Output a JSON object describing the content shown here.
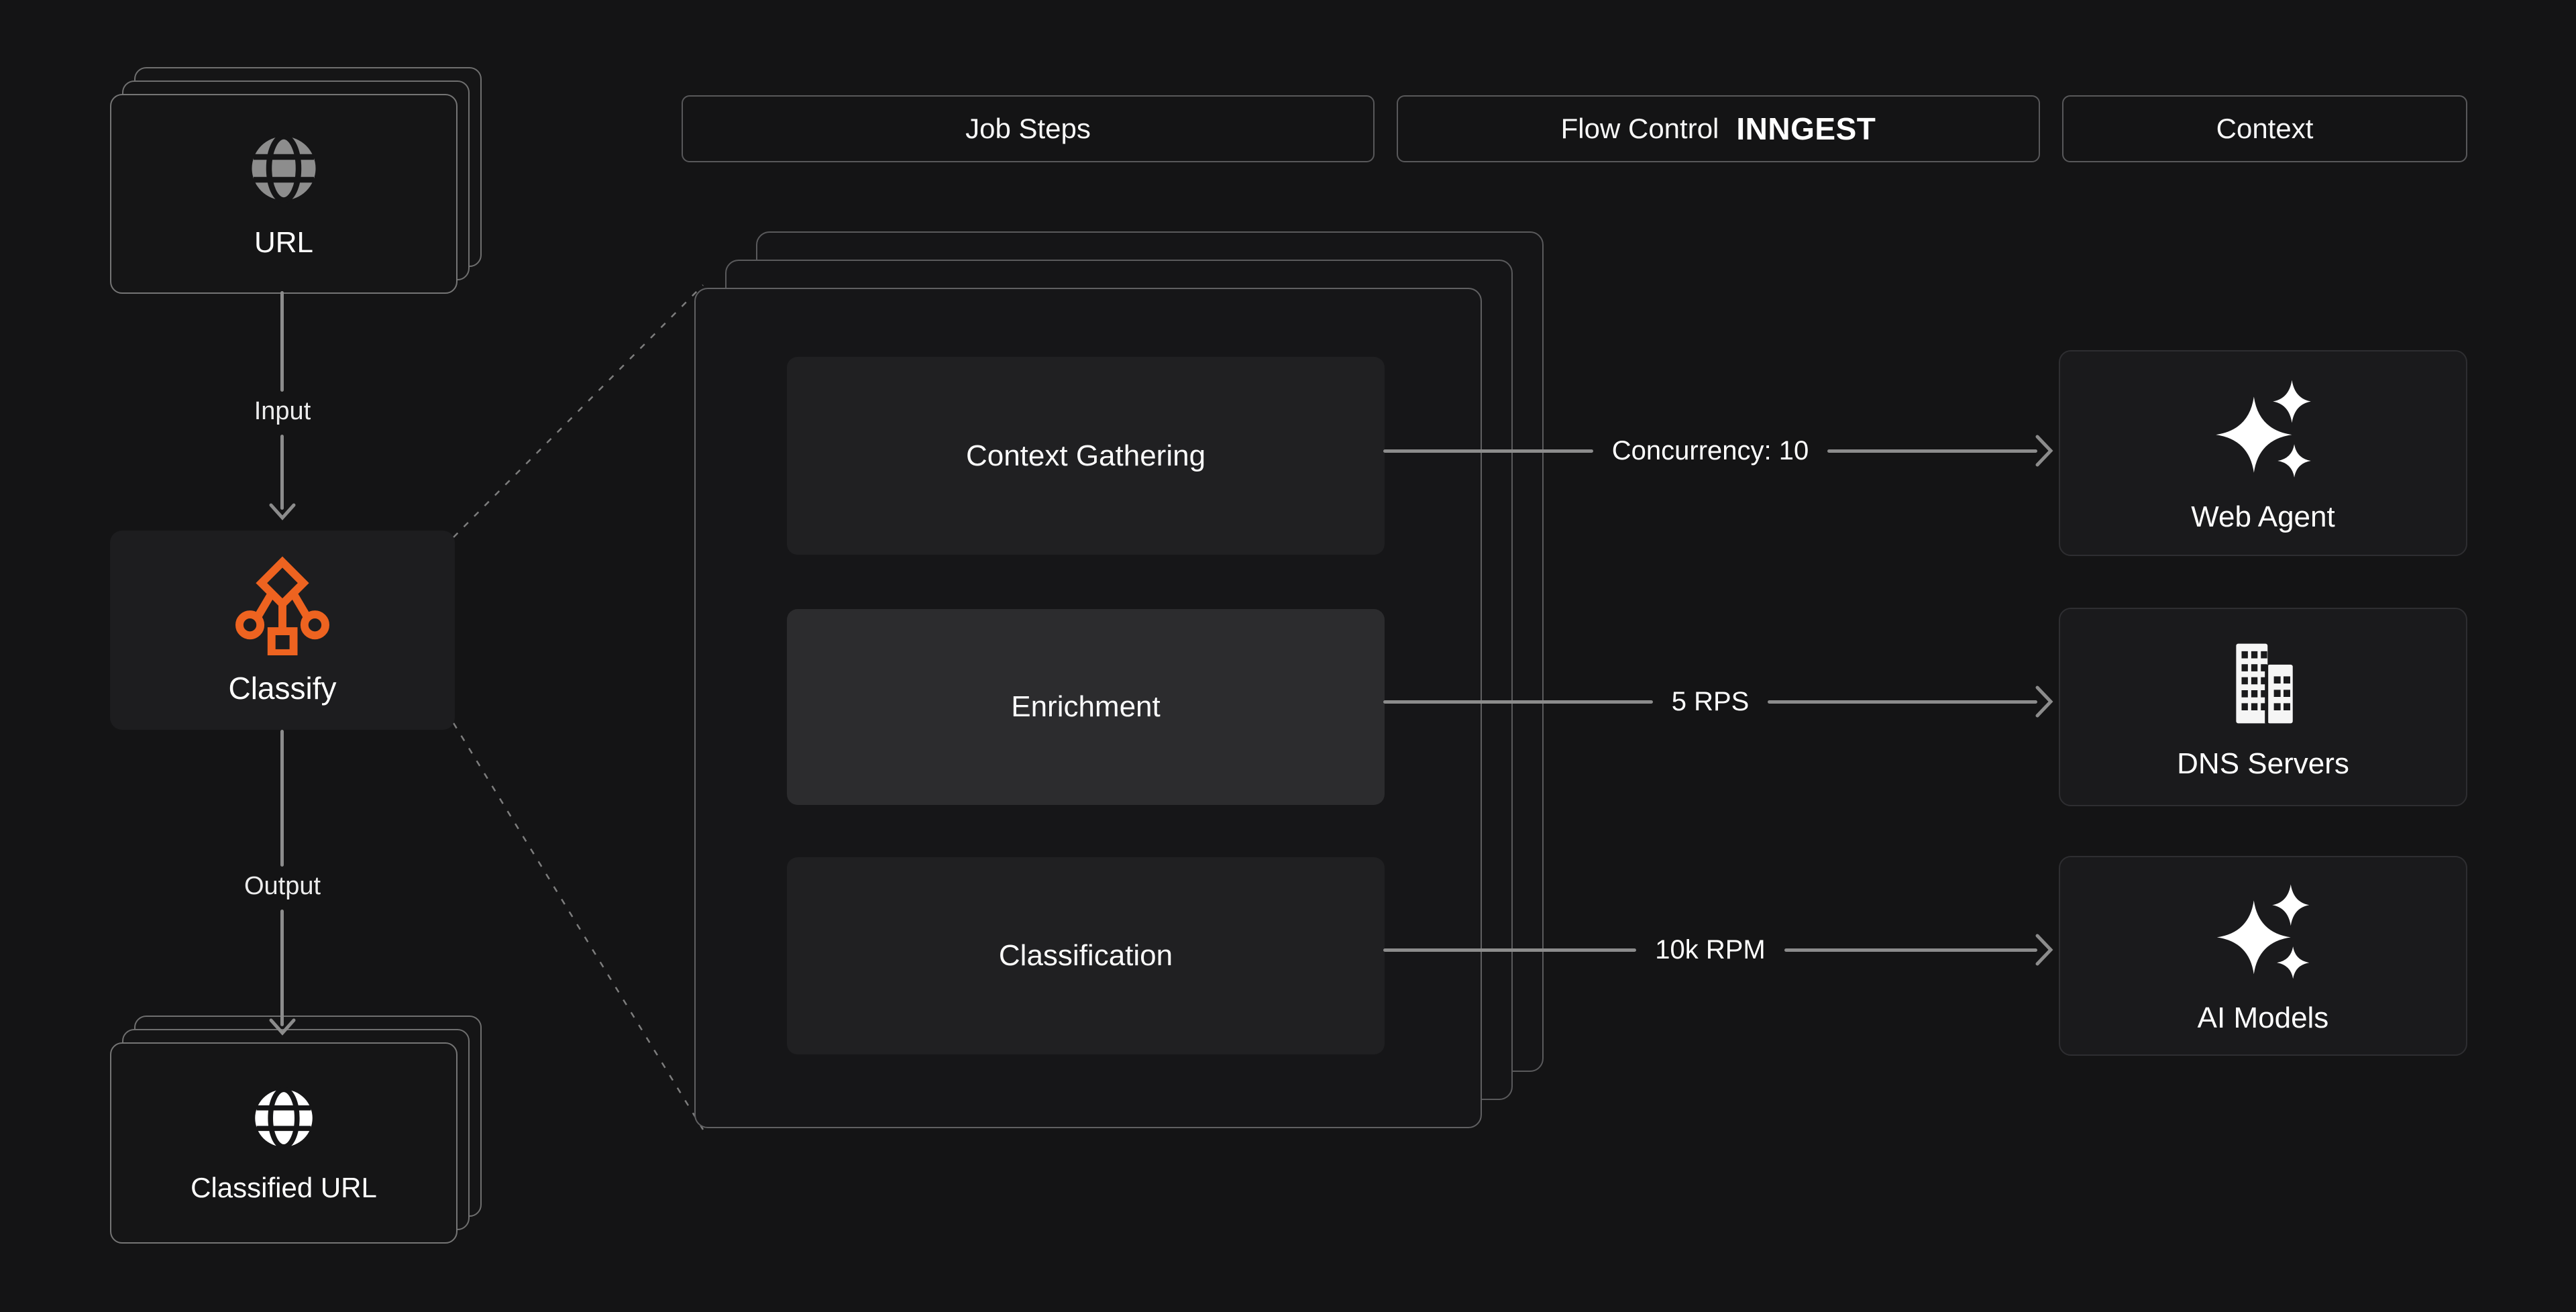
{
  "headers": [
    {
      "label": "Job Steps"
    },
    {
      "label": "Flow Control",
      "logo": "INNGEST"
    },
    {
      "label": "Context"
    }
  ],
  "input_flow": {
    "source_card": {
      "label": "URL",
      "icon": "globe-icon"
    },
    "input_arrow_label": "Input",
    "process_node": {
      "label": "Classify",
      "icon": "workflow-icon"
    },
    "output_arrow_label": "Output",
    "result_card": {
      "label": "Classified URL",
      "icon": "globe-icon"
    }
  },
  "job_steps": [
    {
      "label": "Context Gathering"
    },
    {
      "label": "Enrichment"
    },
    {
      "label": "Classification"
    }
  ],
  "flow_controls": [
    {
      "label": "Concurrency: 10"
    },
    {
      "label": "5 RPS"
    },
    {
      "label": "10k RPM"
    }
  ],
  "context_services": [
    {
      "label": "Web Agent",
      "icon": "sparkles-icon"
    },
    {
      "label": "DNS Servers",
      "icon": "building-icon"
    },
    {
      "label": "AI Models",
      "icon": "sparkles-icon"
    }
  ],
  "colors": {
    "accent_orange": "#ee6320",
    "line_gray": "#8c8c8c",
    "background": "#141415"
  }
}
